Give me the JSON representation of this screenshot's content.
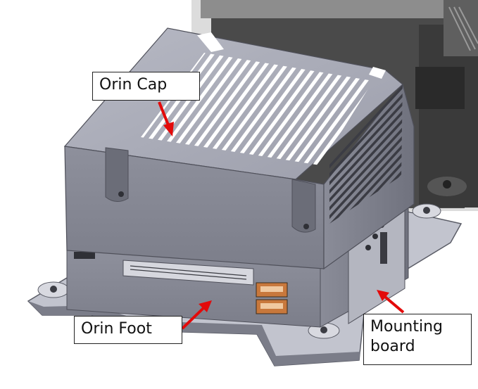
{
  "labels": {
    "orin_cap": "Orin Cap",
    "orin_foot": "Orin Foot",
    "mounting_board_line1": "Mounting",
    "mounting_board_line2": "board"
  },
  "colors": {
    "arrow": "#e30a0a",
    "housing_light": "#a7a9b6",
    "housing_dark": "#6c6d78",
    "background_unit": "#3a3a3a"
  }
}
